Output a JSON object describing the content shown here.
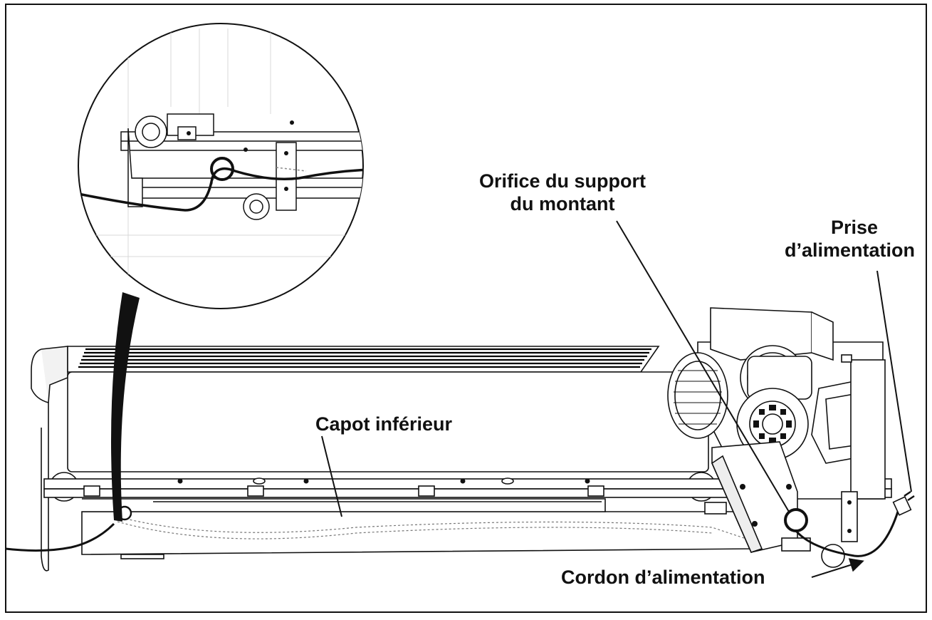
{
  "labels": {
    "orifice": [
      "Orifice du support",
      "du montant"
    ],
    "prise": [
      "Prise",
      "d’alimentation"
    ],
    "capot": "Capot inférieur",
    "cordon": "Cordon d’alimentation"
  },
  "colors": {
    "line": "#111111",
    "background": "#ffffff"
  }
}
